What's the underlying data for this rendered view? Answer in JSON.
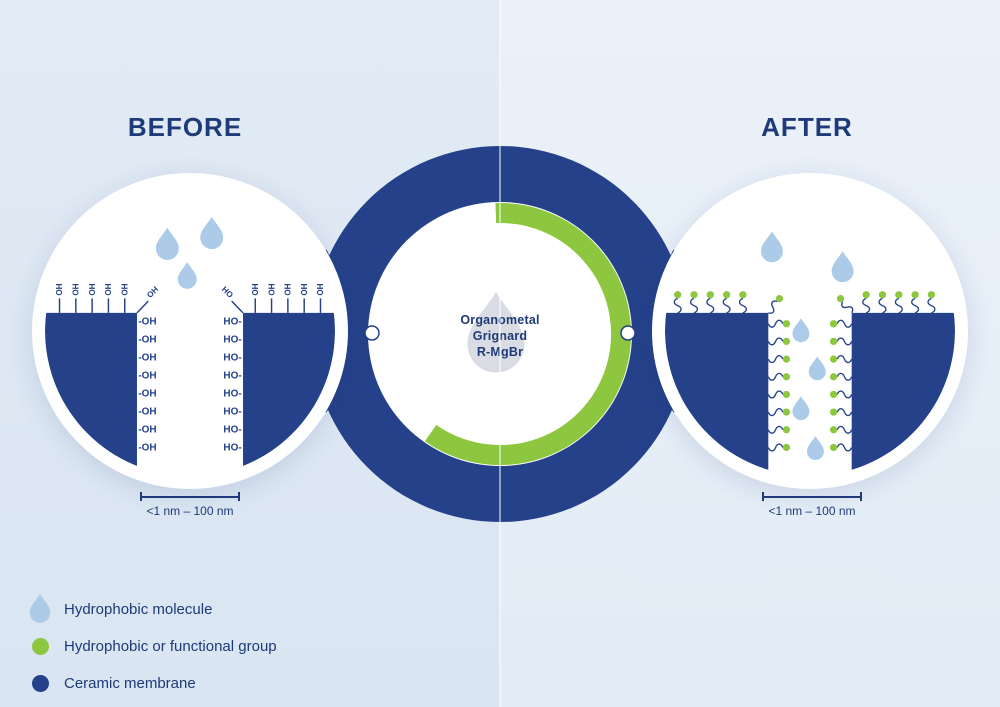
{
  "colors": {
    "navy": "#24418a",
    "navy_text": "#1e3a78",
    "green": "#8dc63f",
    "droplet_blue": "#abcbe9",
    "gray_droplet": "#d9dde3",
    "background_left": "#dde8f3",
    "background_right": "#e9f0f8"
  },
  "panels": {
    "before": {
      "title": "BEFORE",
      "scale_label": "<1 nm – 100 nm",
      "pore_left_label": "-OH",
      "pore_right_label": "HO-",
      "surface_label": "OH",
      "corner_left_label": "OH",
      "corner_right_label": "HO",
      "pore_rows": 8
    },
    "after": {
      "title": "AFTER",
      "scale_label": "<1 nm – 100 nm",
      "chain_rows": 8
    }
  },
  "center": {
    "label_line1": "Organometal",
    "label_line2": "Grignard",
    "label_line3": "R-MgBr"
  },
  "legend": {
    "items": [
      {
        "icon": "hydrophobic-molecule-icon",
        "label": "Hydrophobic molecule"
      },
      {
        "icon": "functional-group-icon",
        "label": "Hydrophobic or functional group"
      },
      {
        "icon": "ceramic-membrane-icon",
        "label": "Ceramic membrane"
      }
    ]
  }
}
